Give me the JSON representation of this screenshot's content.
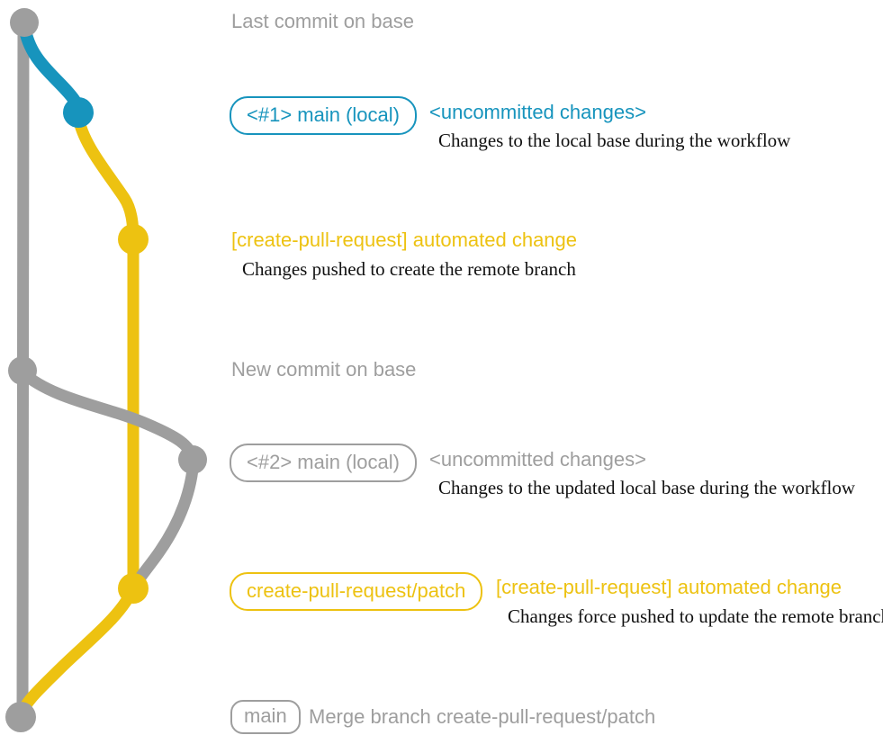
{
  "colors": {
    "gray": "#9e9e9e",
    "blue": "#1794bd",
    "yellow": "#edc211",
    "note": "#111111",
    "background": "#ffffff"
  },
  "graph": {
    "nodes": [
      {
        "id": "last-commit-on-base",
        "color": "gray"
      },
      {
        "id": "uncommitted-changes-1",
        "color": "blue"
      },
      {
        "id": "automated-change-1",
        "color": "yellow"
      },
      {
        "id": "new-commit-on-base",
        "color": "gray"
      },
      {
        "id": "uncommitted-changes-2",
        "color": "gray"
      },
      {
        "id": "automated-change-2",
        "color": "yellow"
      },
      {
        "id": "merge-commit",
        "color": "gray"
      }
    ]
  },
  "labels": {
    "last_commit": "Last commit on base",
    "row1_badge": "<#1> main (local)",
    "row1_status": "<uncommitted changes>",
    "row1_note": "Changes to the local base during the workflow",
    "row2_title": "[create-pull-request] automated change",
    "row2_note": "Changes pushed to create the remote branch",
    "new_commit": "New commit on base",
    "row3_badge": "<#2> main (local)",
    "row3_status": "<uncommitted changes>",
    "row3_note": "Changes to the updated local base during the workflow",
    "row4_badge": "create-pull-request/patch",
    "row4_title": "[create-pull-request] automated change",
    "row4_note": "Changes force pushed to update the remote branch",
    "merge_badge": "main",
    "merge_title": "Merge branch create-pull-request/patch"
  }
}
